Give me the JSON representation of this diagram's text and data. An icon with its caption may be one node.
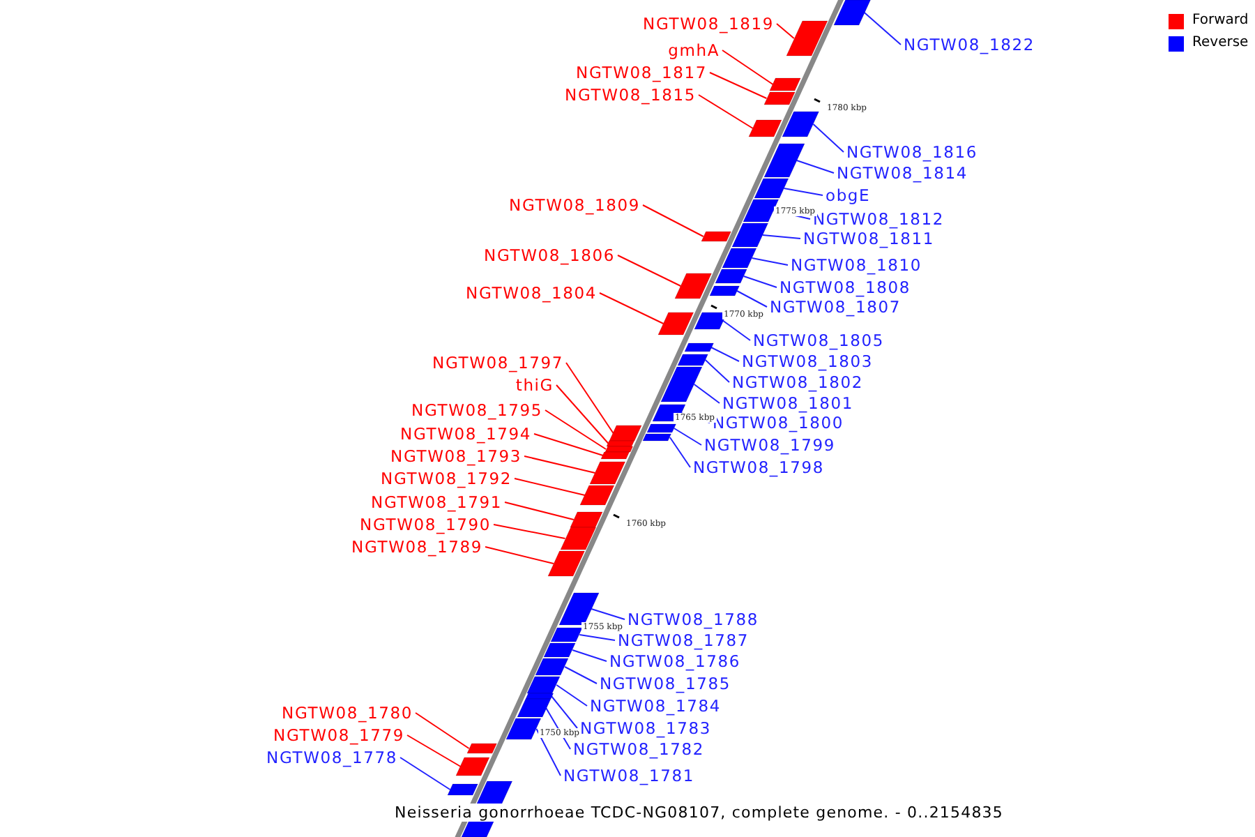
{
  "diagram": {
    "caption": "Neisseria gonorrhoeae TCDC-NG08107, complete genome. - 0..2154835",
    "nodes": [
      {
        "text": [
          "NGTW08_1819"
        ]
      },
      {
        "text": [],
        "shape": "box"
      },
      {
        "text": [
          "NGTW08_1822"
        ]
      },
      {
        "text": [],
        "shape": "box"
      },
      {
        "text": [
          "gmhA"
        ]
      },
      {
        "text": [],
        "shape": "box"
      },
      {
        "text": [
          "NGTW08_1817"
        ]
      },
      {
        "text": [],
        "shape": "box"
      },
      {
        "text": [
          "NGTW08_1815"
        ]
      },
      {
        "text": [],
        "shape": "box"
      },
      {
        "text": [
          "NGTW08_1816"
        ]
      },
      {
        "text": [],
        "shape": "box"
      },
      {
        "text": [
          "NGTW08_1814"
        ]
      },
      {
        "text": [],
        "shape": "box"
      },
      {
        "text": [
          "obgE"
        ]
      },
      {
        "text": [],
        "shape": "box"
      },
      {
        "text": [
          "NGTW08_1809"
        ]
      },
      {
        "text": [],
        "shape": "box"
      },
      {
        "text": [
          "NGTW08_1812"
        ]
      },
      {
        "text": [],
        "shape": "box"
      },
      {
        "text": [
          "NGTW08_1811"
        ]
      },
      {
        "text": [],
        "shape": "box"
      },
      {
        "text": [
          "NGTW08_1806"
        ]
      },
      {
        "text": [],
        "shape": "box"
      },
      {
        "text": [
          "NGTW08_1810"
        ]
      },
      {
        "text": [],
        "shape": "box"
      },
      {
        "text": [
          "NGTW08_1808"
        ]
      },
      {
        "text": [],
        "shape": "box"
      },
      {
        "text": [
          "NGTW08_1804"
        ]
      },
      {
        "text": [],
        "shape": "box"
      },
      {
        "text": [
          "NGTW08_1807"
        ]
      },
      {
        "text": [],
        "shape": "box"
      },
      {
        "text": [
          "NGTW08_1805"
        ]
      },
      {
        "text": [],
        "shape": "box"
      },
      {
        "text": [
          "NGTW08_1803"
        ]
      },
      {
        "text": [],
        "shape": "box"
      },
      {
        "text": [
          "NGTW08_1797"
        ]
      },
      {
        "text": [],
        "shape": "box"
      },
      {
        "text": [
          "NGTW08_1802"
        ]
      },
      {
        "text": [],
        "shape": "box"
      },
      {
        "text": [
          "thiG"
        ]
      },
      {
        "text": [],
        "shape": "box"
      },
      {
        "text": [
          "NGTW08_1801"
        ]
      },
      {
        "text": [],
        "shape": "box"
      },
      {
        "text": [
          "NGTW08_1795"
        ]
      },
      {
        "text": [],
        "shape": "box"
      },
      {
        "text": [
          "NGTW08_1800"
        ]
      },
      {
        "text": [],
        "shape": "box"
      },
      {
        "text": [
          "NGTW08_1794"
        ]
      },
      {
        "text": [],
        "shape": "box"
      },
      {
        "text": [
          "NGTW08_1799"
        ]
      },
      {
        "text": [],
        "shape": "box"
      },
      {
        "text": [
          "NGTW08_1793"
        ]
      },
      {
        "text": [],
        "shape": "box"
      },
      {
        "text": [
          "NGTW08_1798"
        ]
      },
      {
        "text": [],
        "shape": "box"
      },
      {
        "text": [
          "NGTW08_1792"
        ]
      },
      {
        "text": [],
        "shape": "box"
      },
      {
        "text": [
          "NGTW08_1791"
        ]
      },
      {
        "text": [],
        "shape": "box"
      },
      {
        "text": [
          "NGTW08_1790"
        ]
      },
      {
        "text": [],
        "shape": "box"
      },
      {
        "text": [
          "NGTW08_1789"
        ]
      },
      {
        "text": [],
        "shape": "box"
      },
      {
        "text": [
          "NGTW08_1788"
        ]
      },
      {
        "text": [],
        "shape": "box"
      },
      {
        "text": [
          "NGTW08_1787"
        ]
      },
      {
        "text": [],
        "shape": "box"
      },
      {
        "text": [
          "NGTW08_1786"
        ]
      },
      {
        "text": [],
        "shape": "box"
      },
      {
        "text": [
          "NGTW08_1785"
        ]
      },
      {
        "text": [],
        "shape": "box"
      },
      {
        "text": [
          "NGTW08_1784"
        ]
      },
      {
        "text": [],
        "shape": "box"
      },
      {
        "text": [
          "NGTW08_1783"
        ]
      },
      {
        "text": [],
        "shape": "box"
      },
      {
        "text": [
          "NGTW08_1782"
        ]
      },
      {
        "text": [],
        "shape": "box"
      },
      {
        "text": [
          "NGTW08_1780"
        ]
      },
      {
        "text": [],
        "shape": "box"
      },
      {
        "text": [
          "NGTW08_1779"
        ]
      },
      {
        "text": [],
        "shape": "box"
      },
      {
        "text": [
          "NGTW08_1778"
        ]
      },
      {
        "text": [],
        "shape": "box"
      },
      {
        "text": [
          "NGTW08_1781"
        ]
      },
      {
        "text": [],
        "shape": "box"
      },
      {
        "text": [],
        "shape": "box"
      }
    ],
    "edges": [
      {
        "from": 0,
        "to": 1,
        "arrow": "none",
        "color": "#ff0000"
      },
      {
        "from": 2,
        "to": 3,
        "arrow": "none"
      },
      {
        "from": 4,
        "to": 5,
        "arrow": "none",
        "color": "#ff0000"
      },
      {
        "from": 6,
        "to": 7,
        "arrow": "none",
        "color": "#ff0000"
      },
      {
        "from": 8,
        "to": 9,
        "arrow": "none",
        "color": "#ff0000"
      },
      {
        "from": 10,
        "to": 11,
        "arrow": "none"
      },
      {
        "from": 12,
        "to": 13,
        "arrow": "none"
      },
      {
        "from": 14,
        "to": 15,
        "arrow": "none"
      },
      {
        "from": 16,
        "to": 17,
        "arrow": "none",
        "color": "#ff0000"
      },
      {
        "from": 18,
        "to": 19,
        "arrow": "none"
      },
      {
        "from": 20,
        "to": 21,
        "arrow": "none"
      },
      {
        "from": 22,
        "to": 23,
        "arrow": "none",
        "color": "#ff0000"
      },
      {
        "from": 24,
        "to": 25,
        "arrow": "none"
      },
      {
        "from": 26,
        "to": 27,
        "arrow": "none"
      },
      {
        "from": 28,
        "to": 29,
        "arrow": "none",
        "color": "#ff0000"
      },
      {
        "from": 30,
        "to": 31,
        "arrow": "none"
      },
      {
        "from": 32,
        "to": 33,
        "arrow": "none"
      },
      {
        "from": 34,
        "to": 35,
        "arrow": "none"
      },
      {
        "from": 36,
        "to": 37,
        "arrow": "none",
        "color": "#ff0000"
      },
      {
        "from": 38,
        "to": 39,
        "arrow": "none"
      },
      {
        "from": 40,
        "to": 41,
        "arrow": "none",
        "color": "#ff0000"
      },
      {
        "from": 42,
        "to": 43,
        "arrow": "none"
      },
      {
        "from": 44,
        "to": 45,
        "arrow": "none",
        "color": "#ff0000"
      },
      {
        "from": 46,
        "to": 47,
        "arrow": "none"
      },
      {
        "from": 48,
        "to": 49,
        "arrow": "none",
        "color": "#ff0000"
      },
      {
        "from": 50,
        "to": 51,
        "arrow": "none"
      },
      {
        "from": 52,
        "to": 53,
        "arrow": "none",
        "color": "#ff0000"
      },
      {
        "from": 54,
        "to": 55,
        "arrow": "none"
      },
      {
        "from": 56,
        "to": 57,
        "arrow": "none",
        "color": "#ff0000"
      },
      {
        "from": 58,
        "to": 59,
        "arrow": "none",
        "color": "#ff0000"
      },
      {
        "from": 60,
        "to": 61,
        "arrow": "none",
        "color": "#ff0000"
      },
      {
        "from": 62,
        "to": 63,
        "arrow": "none",
        "color": "#ff0000"
      },
      {
        "from": 64,
        "to": 65,
        "arrow": "none"
      },
      {
        "from": 66,
        "to": 67,
        "arrow": "none"
      },
      {
        "from": 68,
        "to": 69,
        "arrow": "none"
      },
      {
        "from": 70,
        "to": 71,
        "arrow": "none"
      },
      {
        "from": 72,
        "to": 73,
        "arrow": "none"
      },
      {
        "from": 74,
        "to": 75,
        "arrow": "none"
      },
      {
        "from": 76,
        "to": 77,
        "arrow": "none"
      },
      {
        "from": 78,
        "to": 79,
        "arrow": "none",
        "color": "#ff0000"
      },
      {
        "from": 80,
        "to": 81,
        "arrow": "none",
        "color": "#ff0000"
      },
      {
        "from": 82,
        "to": 83,
        "arrow": "none"
      },
      {
        "from": 84,
        "to": 85,
        "arrow": "none"
      }
    ],
    "labels": [
      "1780 kbp",
      "1775 kbp",
      "1770 kbp",
      "1765 kbp",
      "1760 kbp",
      "1755 kbp",
      "1750 kbp"
    ],
    "legend": [
      {
        "text": "Forward",
        "color": "#ff0000"
      },
      {
        "text": "Reverse",
        "color": "#0000ff"
      }
    ]
  }
}
